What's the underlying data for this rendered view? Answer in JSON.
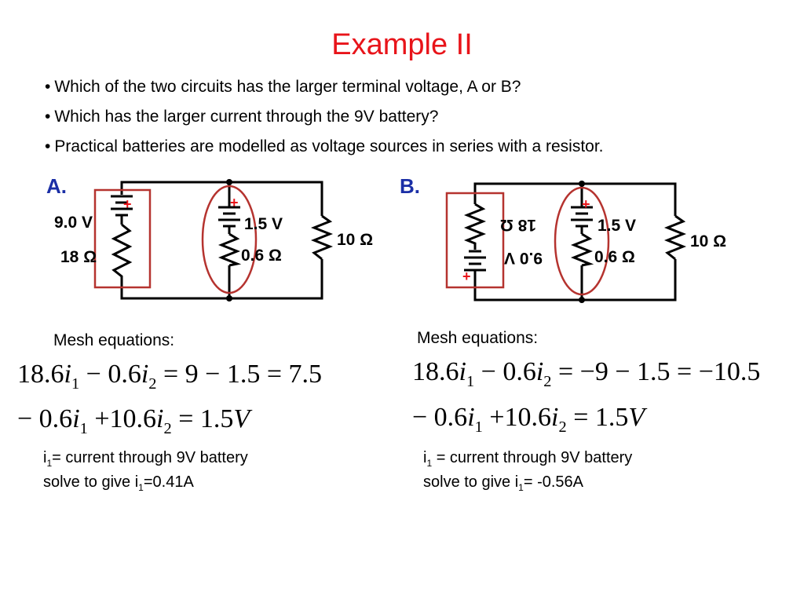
{
  "slide": {
    "title": "Example II",
    "bullets": [
      "Which of the two circuits has the larger terminal voltage, A or B?",
      "Which has the larger current through the 9V battery?",
      "Practical batteries are modelled as voltage sources in series with a resistor."
    ],
    "bullet_mark": "•"
  },
  "circuit_a": {
    "label": "A.",
    "battery1_voltage": "9.0 V",
    "battery1_resistance": "18 Ω",
    "battery2_voltage": "1.5 V",
    "battery2_resistance": "0.6 Ω",
    "load_resistance": "10 Ω",
    "plus": "+"
  },
  "circuit_b": {
    "label": "B.",
    "battery1_voltage": "9.0 V",
    "battery1_resistance": "18 Ω",
    "battery2_voltage": "1.5 V",
    "battery2_resistance": "0.6 Ω",
    "load_resistance": "10 Ω",
    "plus": "+"
  },
  "left": {
    "mesh_title": "Mesh equations:",
    "eq1": {
      "c1": "18.6",
      "v1": "i",
      "s1": "1",
      "op": "− 0.6",
      "v2": "i",
      "s2": "2",
      "rhs": " = 9 − 1.5 = 7.5"
    },
    "eq2": {
      "c1": "− 0.6",
      "v1": "i",
      "s1": "1",
      "op": "+10.6",
      "v2": "i",
      "s2": "2",
      "rhs": " = 1.5",
      "unit": "V"
    },
    "note_line1_pre": "i",
    "note_line1_sub": "1",
    "note_line1_post": "= current through 9V battery",
    "note_line2_pre": "solve to give i",
    "note_line2_sub": "1",
    "note_line2_post": "=0.41A"
  },
  "right": {
    "mesh_title": "Mesh equations:",
    "eq1": {
      "c1": "18.6",
      "v1": "i",
      "s1": "1",
      "op": "− 0.6",
      "v2": "i",
      "s2": "2",
      "rhs": " = −9 − 1.5 = −10.5"
    },
    "eq2": {
      "c1": "− 0.6",
      "v1": "i",
      "s1": "1",
      "op": "+10.6",
      "v2": "i",
      "s2": "2",
      "rhs": " = 1.5",
      "unit": "V"
    },
    "note_line1_pre": "i",
    "note_line1_sub": "1",
    "note_line1_post": " = current through 9V battery",
    "note_line2_pre": "solve to give i",
    "note_line2_sub": "1",
    "note_line2_post": "= -0.56A"
  },
  "colors": {
    "title": "#e8141a",
    "label": "#1b2fa6",
    "highlight": "#b5332f",
    "wire": "#000000"
  }
}
